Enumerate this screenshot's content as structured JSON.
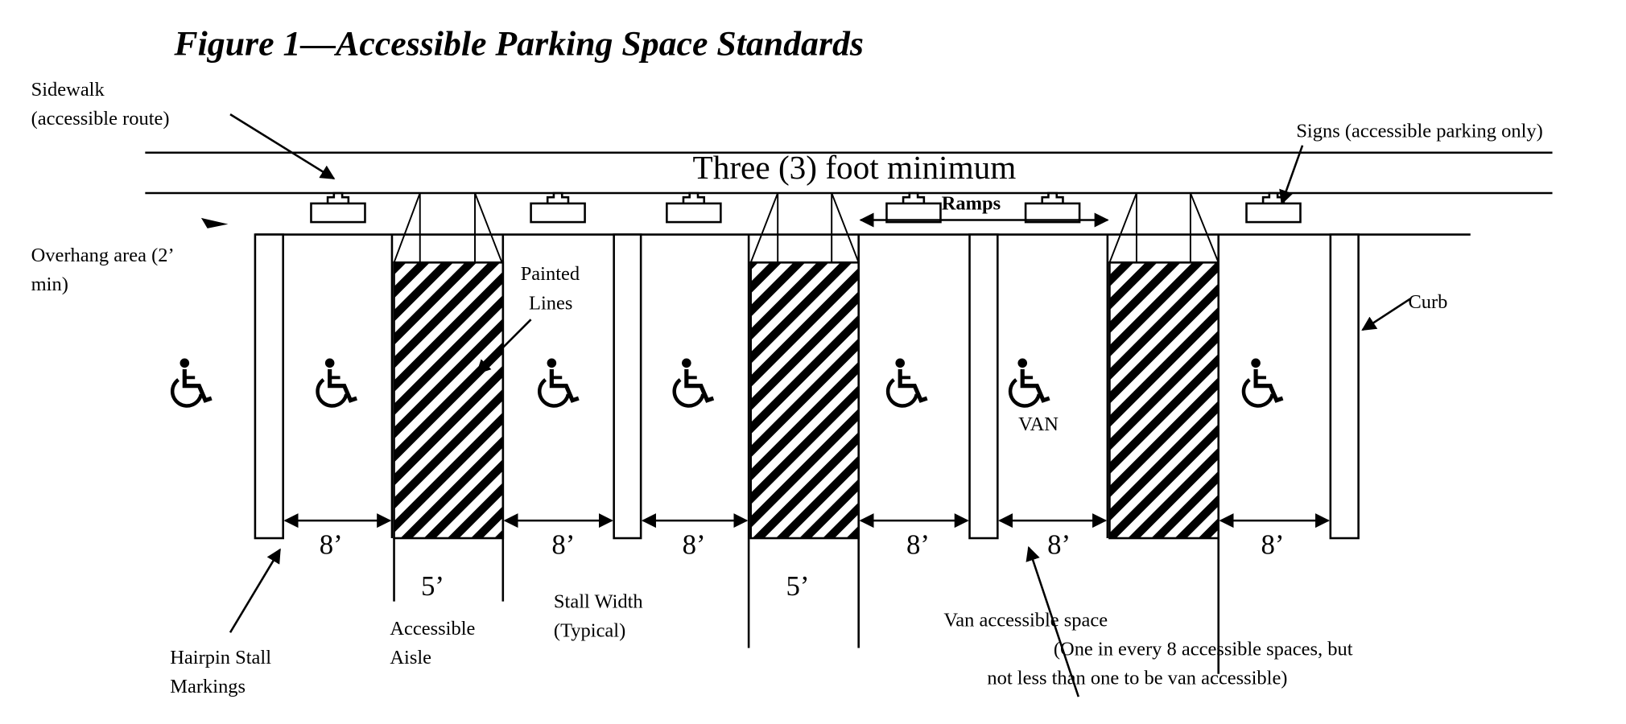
{
  "title": "Figure 1—Accessible Parking Space Standards",
  "labels": {
    "sidewalk_1": "Sidewalk",
    "sidewalk_2": "(accessible route)",
    "three_foot": "Three (3) foot minimum",
    "signs": "Signs (accessible parking only)",
    "ramps": "Ramps",
    "overhang_1": "Overhang area (2’",
    "overhang_2": "min)",
    "painted_1": "Painted",
    "painted_2": "Lines",
    "curb": "Curb",
    "van": "VAN",
    "stall_width_1": "Stall Width",
    "stall_width_2": "(Typical)",
    "aisle_1": "Accessible",
    "aisle_2": "Aisle",
    "hairpin_1": "Hairpin Stall",
    "hairpin_2": "Markings",
    "van_space_1": "Van accessible space",
    "van_space_2": "(One in every 8 accessible spaces, but",
    "van_space_3": "not less than one to be van accessible)"
  },
  "dimensions": {
    "stall": "8’",
    "aisle": "5’"
  },
  "icons": [
    "wheelchair-icon"
  ]
}
